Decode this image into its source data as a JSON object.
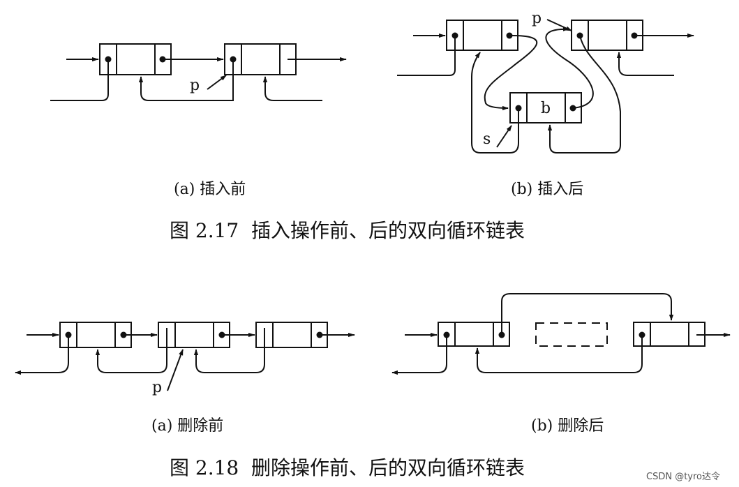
{
  "insert": {
    "caption_a": "(a) 插入前",
    "caption_b": "(b) 插入后",
    "figure_title": "图 2.17  插入操作前、后的双向循环链表",
    "pointer_p": "p",
    "pointer_s": "s",
    "new_node_data": "b"
  },
  "delete": {
    "caption_a": "(a) 删除前",
    "caption_b": "(b) 删除后",
    "figure_title": "图 2.18  删除操作前、后的双向循环链表",
    "pointer_p": "p"
  },
  "watermark": "CSDN @tyro达令"
}
